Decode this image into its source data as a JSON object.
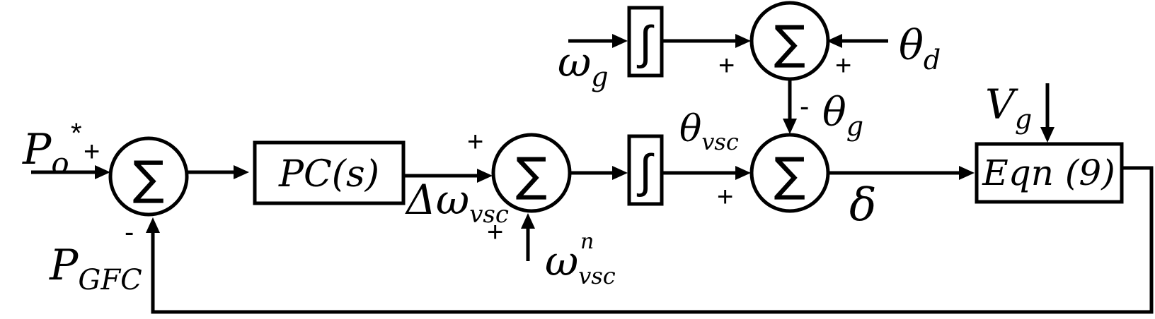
{
  "blocks": {
    "controller": "PC(s)",
    "equation": "Eqn (9)",
    "integrator_symbol": "∫",
    "sum_symbol": "∑"
  },
  "signals": {
    "p_ref_base": "P",
    "p_ref_sub": "o",
    "p_ref_sup": "*",
    "p_meas_base": "P",
    "p_meas_sub": "GFC",
    "delta_omega_prefix": "Δ",
    "delta_omega_base": "ω",
    "delta_omega_sub": "vsc",
    "omega_nom_base": "ω",
    "omega_nom_sub": "vsc",
    "omega_nom_sup": "n",
    "omega_grid_base": "ω",
    "omega_grid_sub": "g",
    "theta_d_base": "θ",
    "theta_d_sub": "d",
    "theta_vsc_base": "θ",
    "theta_vsc_sub": "vsc",
    "theta_g_base": "θ",
    "theta_g_sub": "g",
    "delta": "δ",
    "v_grid_base": "V",
    "v_grid_sub": "g"
  },
  "signs": {
    "sum1_ref": "+",
    "sum1_fb": "-",
    "sum2_dw": "+",
    "sum2_wn": "+",
    "sum3_omega": "+",
    "sum3_thetad": "+",
    "sum4_thetavsc": "+",
    "sum4_thetag": "-"
  }
}
